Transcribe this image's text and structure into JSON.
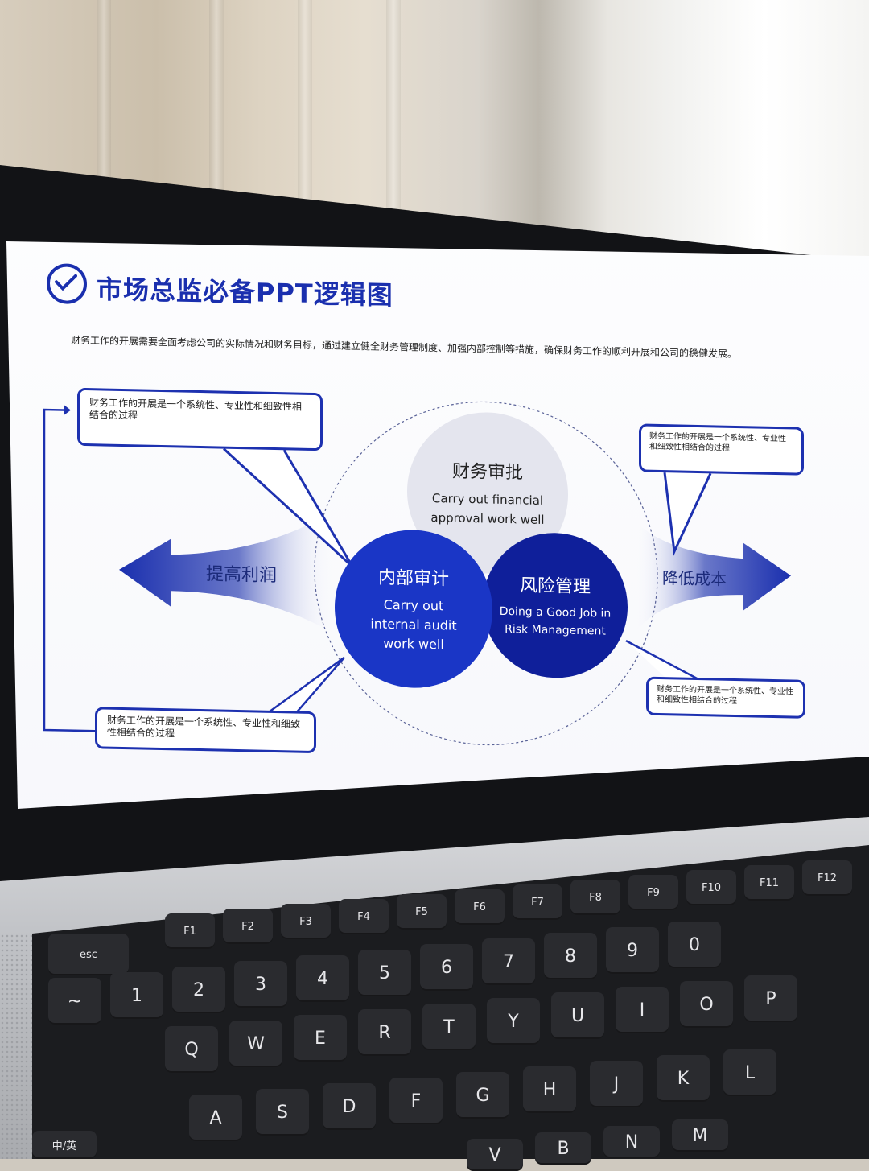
{
  "slide": {
    "title": "市场总监必备PPT逻辑图",
    "intro": "财务工作的开展需要全面考虑公司的实际情况和财务目标，通过建立健全财务管理制度、加强内部控制等措施，确保财务工作的顺利开展和公司的稳健发展。",
    "left_arrow_label": "提高利润",
    "right_arrow_label": "降低成本",
    "circles": {
      "top": {
        "title": "财务审批",
        "sub1": "Carry out financial",
        "sub2": "approval work well"
      },
      "left": {
        "title": "内部审计",
        "sub1": "Carry out",
        "sub2": "internal audit",
        "sub3": "work well"
      },
      "right": {
        "title": "风险管理",
        "sub1": "Doing a Good Job in",
        "sub2": "Risk Management"
      }
    },
    "callouts": {
      "top_left": "财务工作的开展是一个系统性、专业性和细致性相结合的过程",
      "top_right": "财务工作的开展是一个系统性、专业性和细致性相结合的过程",
      "bottom_left": "财务工作的开展是一个系统性、专业性和细致性相结合的过程",
      "bottom_right": "财务工作的开展是一个系统性、专业性和细致性相结合的过程"
    },
    "colors": {
      "primary": "#1a2fae",
      "dark_blue": "#0f1f9a",
      "light_circle": "#e4e5ee"
    }
  },
  "keyboard": {
    "fn_row": [
      "F1",
      "F2",
      "F3",
      "F4",
      "F5",
      "F6",
      "F7",
      "F8",
      "F9",
      "F10",
      "F11",
      "F12"
    ],
    "number_row": [
      "~",
      "1",
      "2",
      "3",
      "4",
      "5",
      "6",
      "7",
      "8",
      "9",
      "0"
    ],
    "top_row": [
      "Q",
      "W",
      "E",
      "R",
      "T",
      "Y",
      "U",
      "I",
      "O",
      "P"
    ],
    "home_row": [
      "A",
      "S",
      "D",
      "F",
      "G",
      "H",
      "J",
      "K",
      "L"
    ],
    "bottom_row": [
      "V",
      "B",
      "N",
      "M"
    ],
    "esc": "esc",
    "lang": "中/英"
  }
}
